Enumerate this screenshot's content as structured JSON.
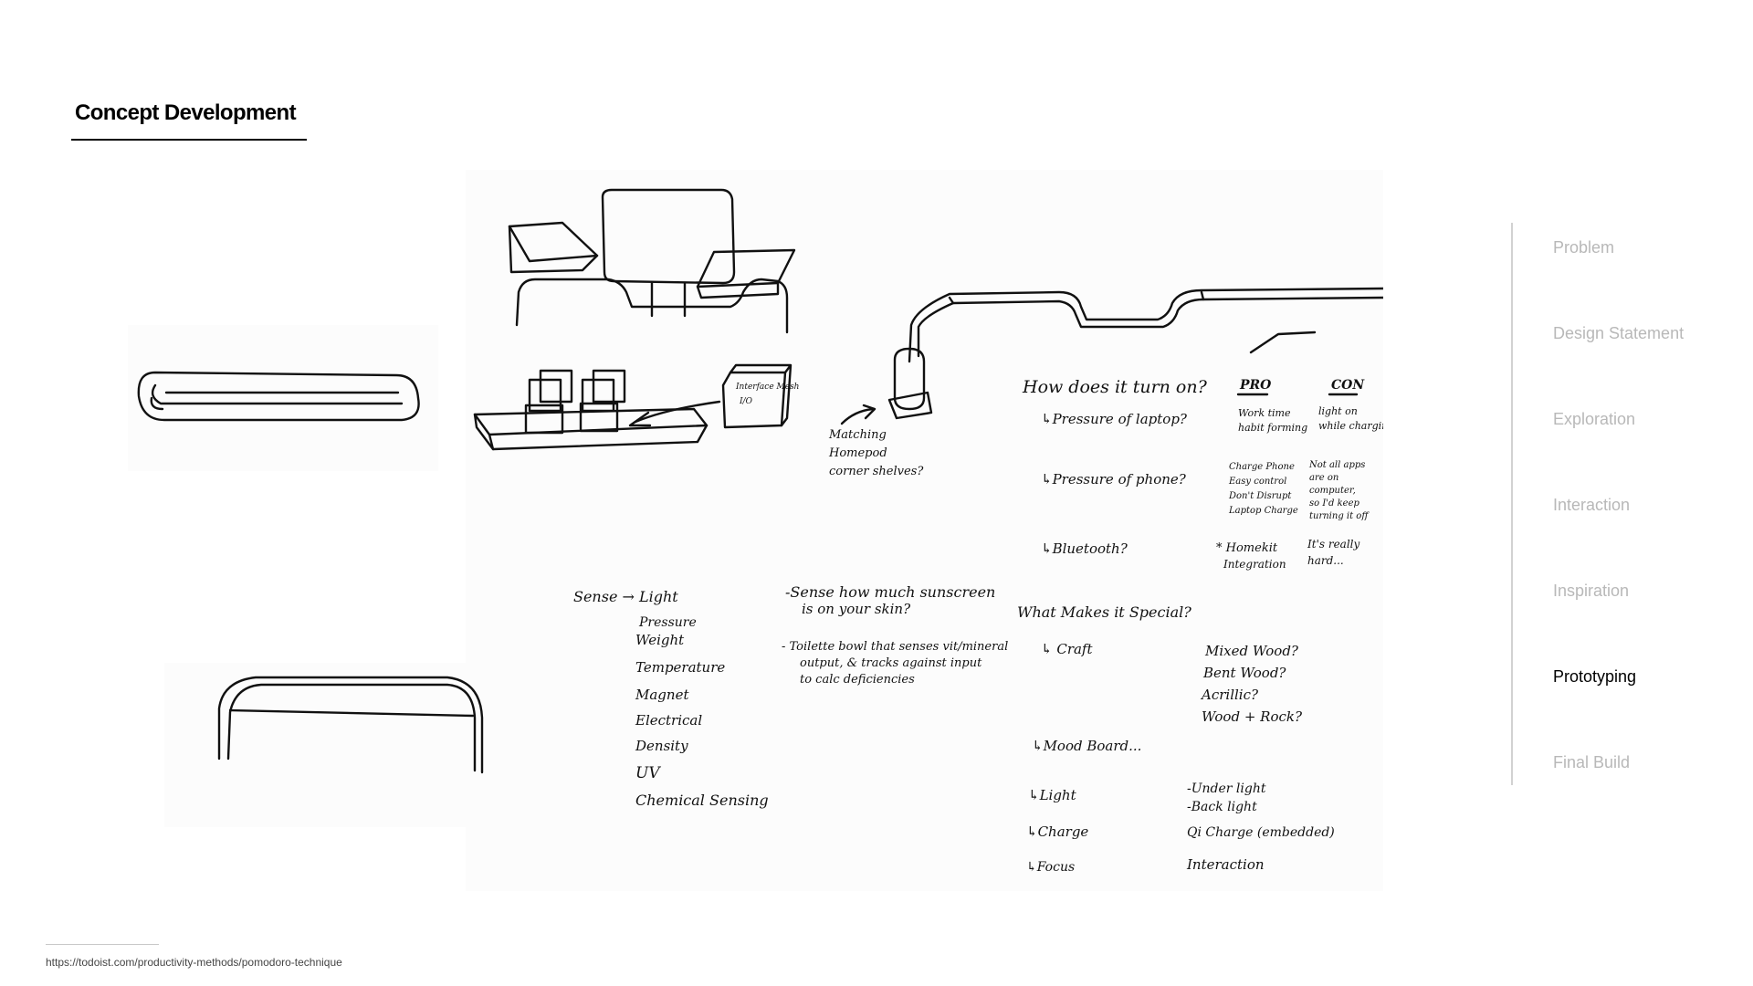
{
  "page": {
    "title": "Concept Development",
    "footnote": "https://todoist.com/productivity-methods/pomodoro-technique"
  },
  "nav": {
    "items": [
      {
        "label": "Problem",
        "active": false
      },
      {
        "label": "Design Statement",
        "active": false
      },
      {
        "label": "Exploration",
        "active": false
      },
      {
        "label": "Interaction",
        "active": false
      },
      {
        "label": "Inspiration",
        "active": false
      },
      {
        "label": "Prototyping",
        "active": true
      },
      {
        "label": "Final Build",
        "active": false
      }
    ]
  },
  "sketch": {
    "box_label_1": "Interface Mesh",
    "box_label_2": "I/O",
    "notes_matching": [
      "Matching",
      "Homepod",
      "corner shelves?"
    ],
    "turn_on": {
      "heading": "How does it turn on?",
      "pro_header": "PRO",
      "con_header": "CON",
      "options": [
        {
          "label": "↳Pressure of laptop?",
          "pro": [
            "Work time",
            "habit forming"
          ],
          "con": [
            "light on",
            "while charging"
          ]
        },
        {
          "label": "↳Pressure of phone?",
          "pro": [
            "Charge Phone",
            "Easy control",
            "Don't Disrupt",
            "Laptop Charge"
          ],
          "con": [
            "Not all apps",
            "are on",
            "computer,",
            "so I'd keep",
            "turning it off"
          ]
        },
        {
          "label": "↳Bluetooth?",
          "pro": [
            "* Homekit",
            "Integration"
          ],
          "con": [
            "It's really",
            "hard..."
          ]
        }
      ]
    },
    "sense": {
      "lead": "Sense → Light",
      "items": [
        "Pressure",
        "Weight",
        "Temperature",
        "Magnet",
        "Electrical",
        "Density",
        "UV",
        "Chemical Sensing"
      ]
    },
    "skin_notes": [
      "-Sense how much sunscreen",
      "is on your skin?",
      "- Toilette bowl that senses vit/mineral",
      "output, & tracks against input",
      "to calc deficiencies"
    ],
    "special": {
      "heading": "What Makes it Special?",
      "craft_label": "↳ Craft",
      "materials": [
        "Mixed Wood?",
        "Bent Wood?",
        "Acrillic?",
        "Wood + Rock?"
      ],
      "mood_board": "↳Mood Board...",
      "features": [
        {
          "label": "↳Light",
          "values": [
            "-Under light",
            "-Back light"
          ]
        },
        {
          "label": "↳Charge",
          "values": [
            "Qi Charge (embedded)"
          ]
        },
        {
          "label": "↳Focus",
          "values": [
            "Interaction"
          ]
        }
      ]
    }
  }
}
